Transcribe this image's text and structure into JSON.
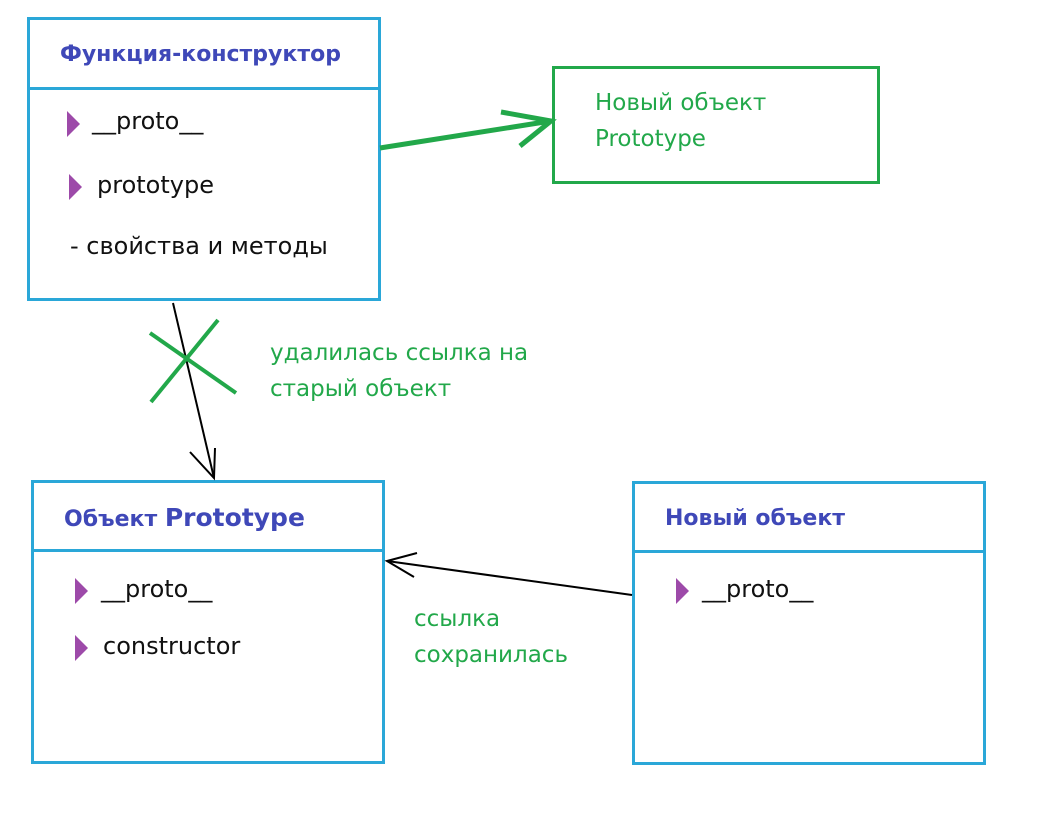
{
  "constructor_box": {
    "title": "Функция-конструктор",
    "items": [
      "__proto__",
      "prototype",
      "- свойства и методы"
    ]
  },
  "new_prototype_box": {
    "line1": "Новый объект",
    "line2": "Prototype"
  },
  "prototype_box": {
    "title_part1": "Объект ",
    "title_part2": "Prototype",
    "items": [
      "__proto__",
      "constructor"
    ]
  },
  "new_object_box": {
    "title": "Новый объект",
    "items": [
      "__proto__"
    ]
  },
  "annotations": {
    "deleted_line1": "удалилась ссылка на",
    "deleted_line2": "старый объект",
    "kept_line1": "ссылка",
    "kept_line2": "сохранилась"
  },
  "colors": {
    "box_border": "#2aa7d8",
    "title": "#3f48b8",
    "marker": "#9d4aa9",
    "green": "#22a84a",
    "arrow": "#000000"
  }
}
